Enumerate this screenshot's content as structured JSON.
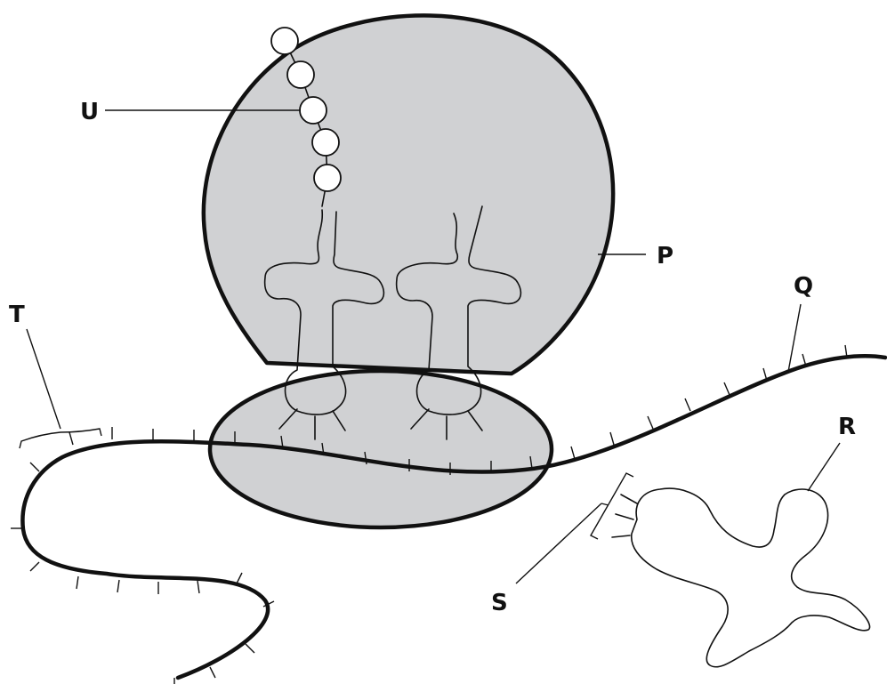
{
  "labels": {
    "P": "P",
    "Q": "Q",
    "R": "R",
    "S": "S",
    "T": "T",
    "U": "U"
  },
  "colors": {
    "ribosome_fill": "#d0d1d3",
    "outline": "#111111",
    "bead_fill": "#ffffff"
  },
  "chain_bead_count": 5
}
